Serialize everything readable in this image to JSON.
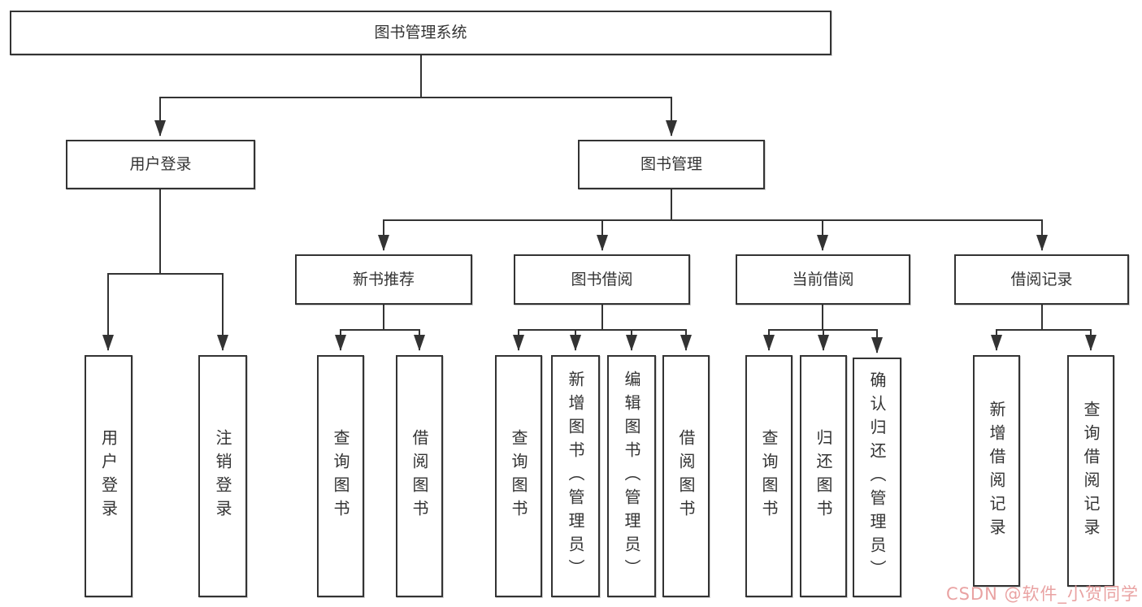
{
  "diagram": {
    "root": {
      "label": "图书管理系统"
    },
    "level2": [
      {
        "label": "用户登录"
      },
      {
        "label": "图书管理"
      }
    ],
    "level3": [
      {
        "label": "新书推荐",
        "parent": "图书管理"
      },
      {
        "label": "图书借阅",
        "parent": "图书管理"
      },
      {
        "label": "当前借阅",
        "parent": "图书管理"
      },
      {
        "label": "借阅记录",
        "parent": "图书管理"
      }
    ],
    "leaves": [
      {
        "label": "用户登录",
        "parent": "用户登录"
      },
      {
        "label": "注销登录",
        "parent": "用户登录"
      },
      {
        "label": "查询图书",
        "parent": "新书推荐"
      },
      {
        "label": "借阅图书",
        "parent": "新书推荐"
      },
      {
        "label": "查询图书",
        "parent": "图书借阅"
      },
      {
        "label": "新增图书（管理员）",
        "parent": "图书借阅"
      },
      {
        "label": "编辑图书（管理员）",
        "parent": "图书借阅"
      },
      {
        "label": "借阅图书",
        "parent": "图书借阅"
      },
      {
        "label": "查询图书",
        "parent": "当前借阅"
      },
      {
        "label": "归还图书",
        "parent": "当前借阅"
      },
      {
        "label": "确认归还（管理员）",
        "parent": "当前借阅"
      },
      {
        "label": "新增借阅记录",
        "parent": "借阅记录"
      },
      {
        "label": "查询借阅记录",
        "parent": "借阅记录"
      }
    ]
  },
  "colors": {
    "line": "#333333",
    "box_fill": "#ffffff",
    "watermark": "#e89b9b"
  },
  "watermark": {
    "text": "CSDN @软件_小贺同学",
    "color": "#e89b9b"
  }
}
